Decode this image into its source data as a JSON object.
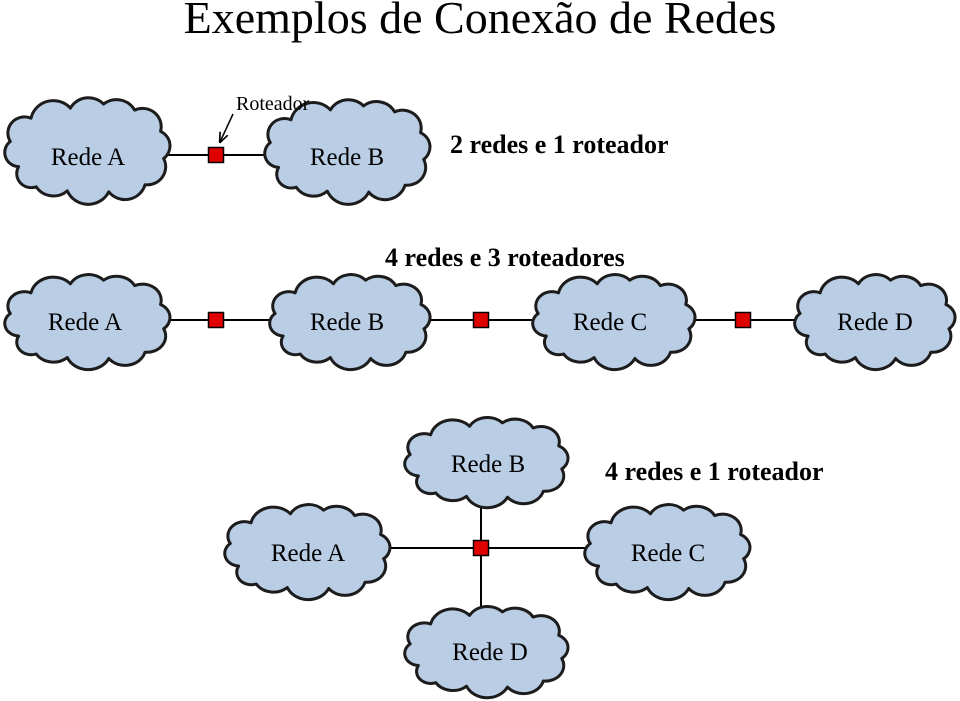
{
  "title": "Exemplos de Conexão de Redes",
  "router_callout": "Roteador",
  "colors": {
    "cloud_fill": "#b9cde5",
    "cloud_stroke": "#1c1c1c",
    "router_fill": "#e10000",
    "line": "#000000"
  },
  "icons": {
    "network": "cloud-icon",
    "router": "router-icon"
  },
  "example_1": {
    "caption": "2 redes e 1 roteador",
    "networks": {
      "a": "Rede A",
      "b": "Rede B"
    }
  },
  "example_2": {
    "caption": "4 redes e 3 roteadores",
    "networks": {
      "a": "Rede A",
      "b": "Rede B",
      "c": "Rede C",
      "d": "Rede D"
    }
  },
  "example_3": {
    "caption": "4 redes e 1 roteador",
    "networks": {
      "a": "Rede A",
      "b": "Rede B",
      "c": "Rede C",
      "d": "Rede D"
    }
  }
}
